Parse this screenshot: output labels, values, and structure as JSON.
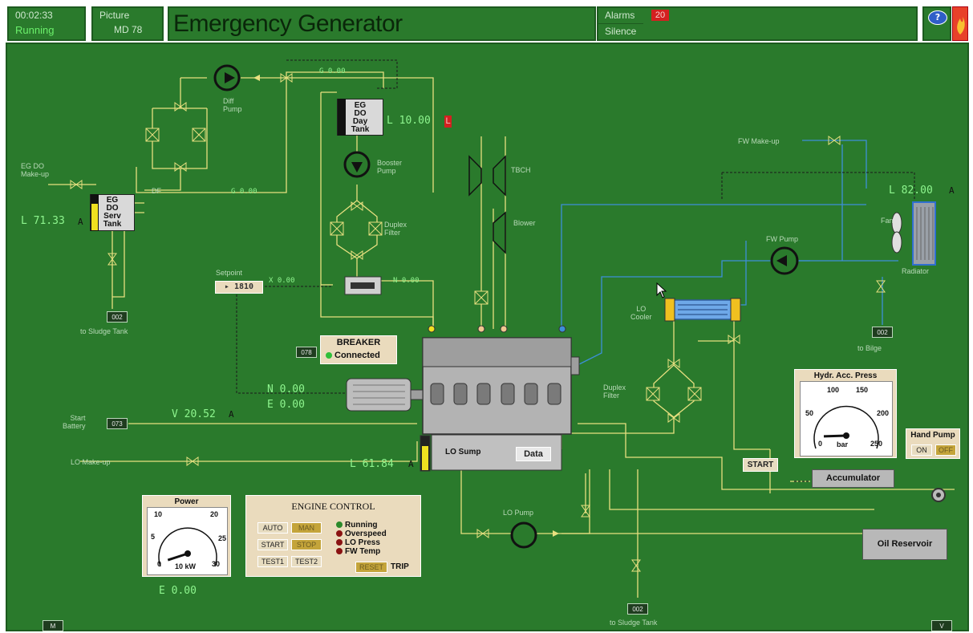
{
  "header": {
    "clock": "00:02:33",
    "sim_status": "Running",
    "picture_label": "Picture",
    "picture_id": "MD 78",
    "title": "Emergency Generator",
    "alarms_label": "Alarms",
    "alarms_count": "20",
    "silence_label": "Silence",
    "help_icon": "question-icon"
  },
  "labels": {
    "eg_do_makeup": "EG DO\nMake-up",
    "do_label": "DF",
    "diff_pump": "Diff\nPump",
    "booster_pump": "Booster\nPump",
    "duplex_filter_top": "Duplex\nFilter",
    "tbch": "TBCH",
    "blower": "Blower",
    "fw_makeup": "FW Make-up",
    "fan": "Fan",
    "fw_pump": "FW Pump",
    "radiator": "Radiator",
    "to_bilge": "to Bilge",
    "lo_cooler": "LO\nCooler",
    "duplex_filter_lo": "Duplex\nFilter",
    "to_sludge_left": "to Sludge Tank",
    "to_sludge_bottom": "to Sludge Tank",
    "setpoint": "Setpoint",
    "start_battery": "Start\nBattery",
    "lo_makeup": "LO Make-up",
    "lo_pump": "LO Pump",
    "lo_sump": "LO Sump",
    "accumulator": "Accumulator",
    "oil_reservoir": "Oil Reservoir"
  },
  "tanks": {
    "serv_tank": "EG\nDO\nServ\nTank",
    "day_tank": "EG\nDO\nDay\nTank"
  },
  "values": {
    "serv_tank_level": "L  71.33",
    "serv_tank_mode": "A",
    "day_tank_level": "L  10.00",
    "day_tank_alarm": "L",
    "radiator_level": "L  82.00",
    "radiator_mode": "A",
    "flow_top": "G 0.00",
    "flow_return": "G 0.00",
    "flow_rack": "X 0.00",
    "flow_injector": "N 0.00",
    "setpoint_value": "1810",
    "gen_n": "N  0.00",
    "gen_e": "E  0.00",
    "battery_voltage": "V  20.52",
    "battery_mode": "A",
    "lo_sump_level": "L  61.84",
    "lo_sump_mode": "A",
    "power_reading": "E  0.00"
  },
  "tags": {
    "sludge_left": "002",
    "bilge": "002",
    "breaker_tag": "078",
    "battery_tag": "073",
    "sludge_bottom": "002",
    "corner_left": "M",
    "corner_right": "V"
  },
  "breaker": {
    "title": "BREAKER",
    "status": "Connected",
    "status_color": "#2fbf3a"
  },
  "lo_sump": {
    "data_button": "Data"
  },
  "hydr_gauge": {
    "title": "Hydr. Acc. Press",
    "unit": "bar",
    "ticks": [
      "0",
      "50",
      "100",
      "150",
      "200",
      "250"
    ],
    "value": 40
  },
  "hand_pump": {
    "title": "Hand Pump",
    "on_label": "ON",
    "off_label": "OFF"
  },
  "start_button": "START",
  "power_gauge": {
    "title": "Power",
    "unit": "10 kW",
    "ticks": [
      "0",
      "5",
      "10",
      "20",
      "25",
      "30"
    ],
    "value": 3
  },
  "engine_control": {
    "title": "ENGINE CONTROL",
    "auto": "AUTO",
    "man": "MAN",
    "start": "START",
    "stop": "STOP",
    "test1": "TEST1",
    "test2": "TEST2",
    "reset": "RESET",
    "trip": "TRIP",
    "indicators": [
      {
        "label": "Running",
        "color": "#2b8a2b"
      },
      {
        "label": "Overspeed",
        "color": "#8a1212"
      },
      {
        "label": "LO Press",
        "color": "#8a1212"
      },
      {
        "label": "FW Temp",
        "color": "#8a1212"
      }
    ]
  },
  "colors": {
    "background": "#2a7a2c",
    "fuel_line": "#e8e080",
    "water_line": "#3d8fd8",
    "alarm_red": "#d42020",
    "value_green": "#8ef58e"
  }
}
